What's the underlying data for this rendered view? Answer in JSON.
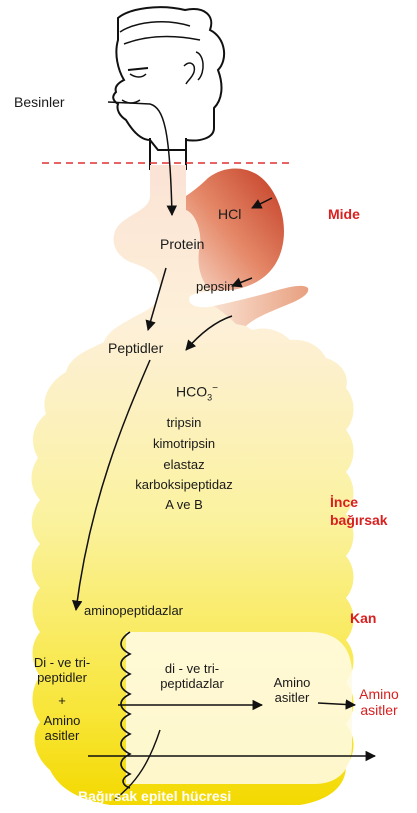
{
  "labels": {
    "besinler": "Besinler",
    "hcl": "HCl",
    "mide": "Mide",
    "protein": "Protein",
    "pepsin": "pepsin",
    "peptidler": "Peptidler",
    "hco3": "HCO",
    "hco3_sub": "3",
    "hco3_sup": "−",
    "tripsin": "tripsin",
    "kimotripsin": "kimotripsin",
    "elastaz": "elastaz",
    "karboksipeptidaz": "karboksipeptidaz",
    "a_ve_b": "A ve B",
    "ince": "İnce",
    "bagirsak": "bağırsak",
    "aminopeptidazlar": "aminopeptidazlar",
    "kan": "Kan",
    "di_ve_tri_1": "Di - ve tri-",
    "di_ve_tri_2": "peptidler",
    "plus": "+",
    "amino_1": "Amino",
    "amino_2": "asitler",
    "dipep_1": "di - ve tri-",
    "dipep_2": "peptidazlar",
    "cell_amino_1": "Amino",
    "cell_amino_2": "asitler",
    "out_amino_1": "Amino",
    "out_amino_2": "asitler",
    "epitel": "Bağırsak epitel hücresi"
  },
  "colors": {
    "stomach": "#c8452c",
    "intestine": "#f5e020",
    "accent_red": "#d92020",
    "dashed_line": "#e03030"
  }
}
